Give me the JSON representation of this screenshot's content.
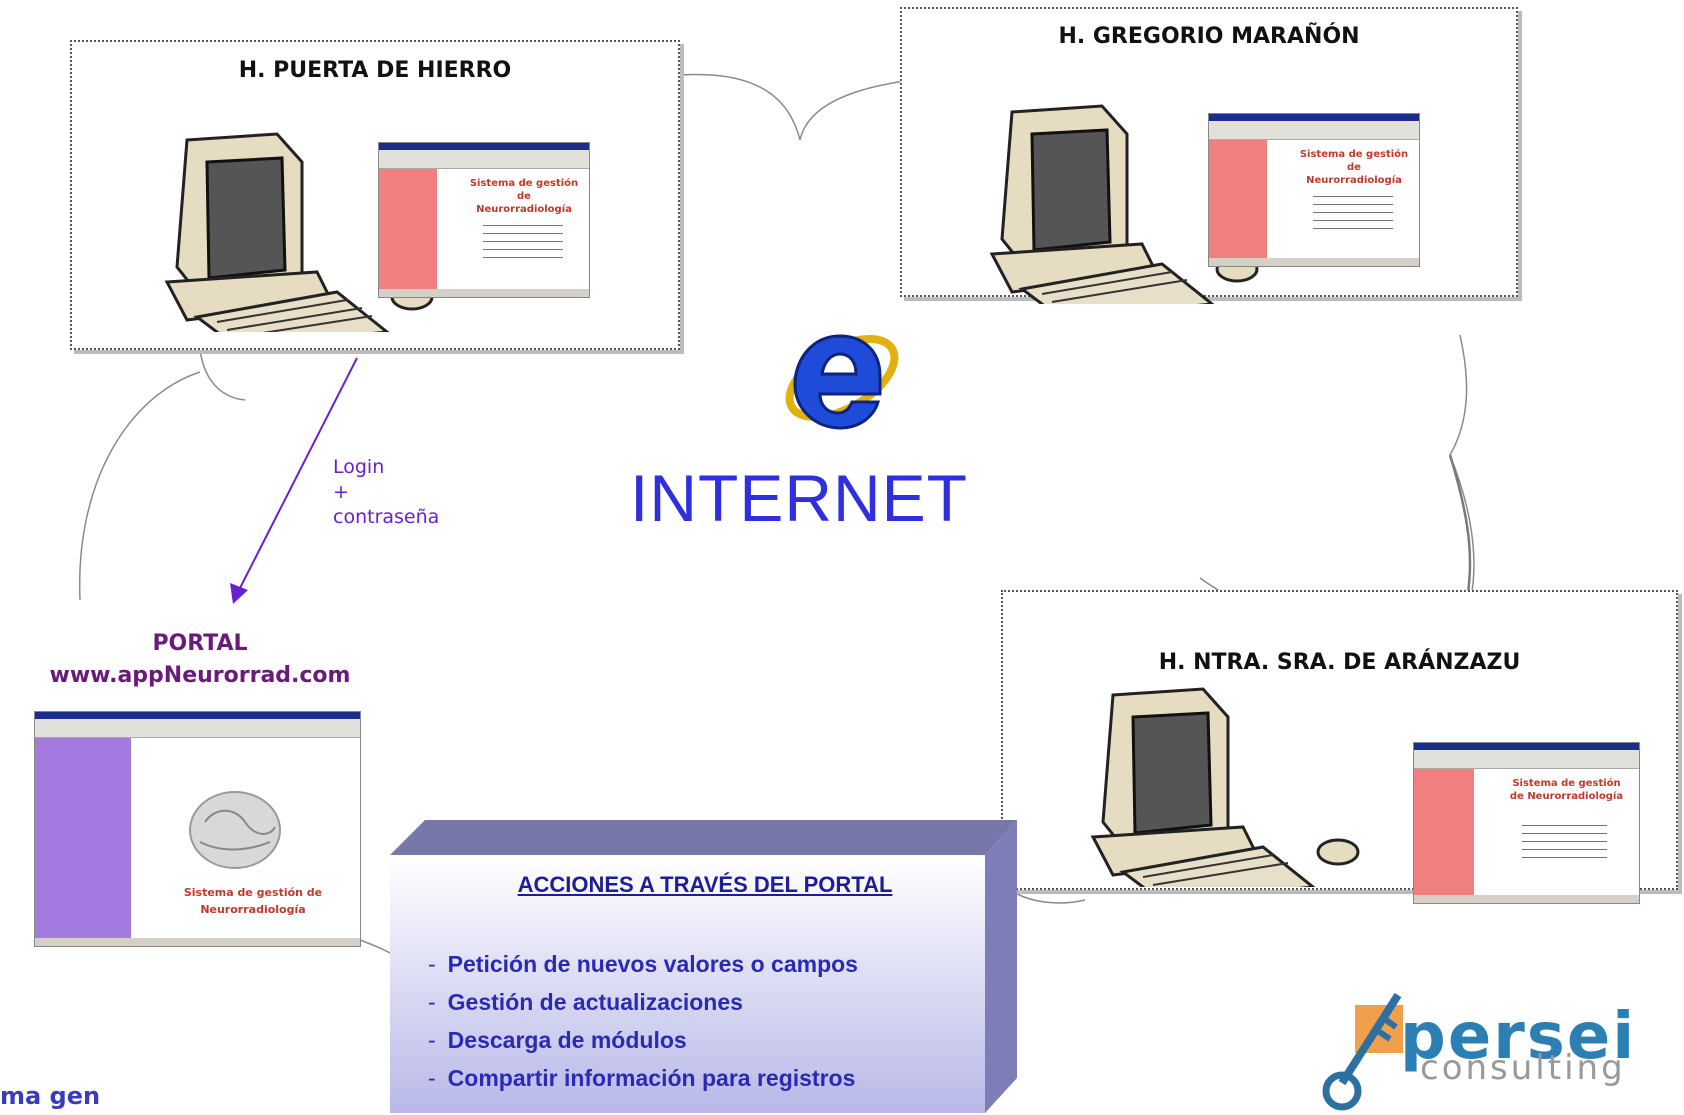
{
  "hospitals": {
    "puerta_hierro": "H. PUERTA DE HIERRO",
    "gregorio_maranon": "H. GREGORIO MARAÑÓN",
    "aranzazu": "H. NTRA. SRA. DE ARÁNZAZU"
  },
  "center": {
    "internet_label": "INTERNET"
  },
  "login_arrow": {
    "line1": "Login",
    "line2": "+",
    "line3": "contraseña"
  },
  "portal": {
    "title": "PORTAL",
    "url": "www.appNeurorrad.com"
  },
  "actions": {
    "title": "ACCIONES A TRAVÉS DEL PORTAL",
    "bullet": "-",
    "items": [
      "Petición de nuevos valores o campos",
      "Gestión de actualizaciones",
      "Descarga de módulos",
      "Compartir información para registros"
    ]
  },
  "footer": {
    "cut_text": "ma gen"
  },
  "logo": {
    "word": "persei",
    "sub": "consulting"
  },
  "colors": {
    "internet_blue": "#2f2fe0",
    "login_purple": "#6a1fd0",
    "portal_title": "#6a1a7a",
    "actions_text": "#2a2ab4",
    "hospital_sidebar": "#f27f7f",
    "portal_sidebar": "#a27ae0",
    "logo_blue": "#2c7fb3",
    "logo_orange": "#f0a04b"
  },
  "icons": [
    "computer-icon",
    "internet-explorer-icon",
    "key-icon",
    "brain-icon"
  ]
}
